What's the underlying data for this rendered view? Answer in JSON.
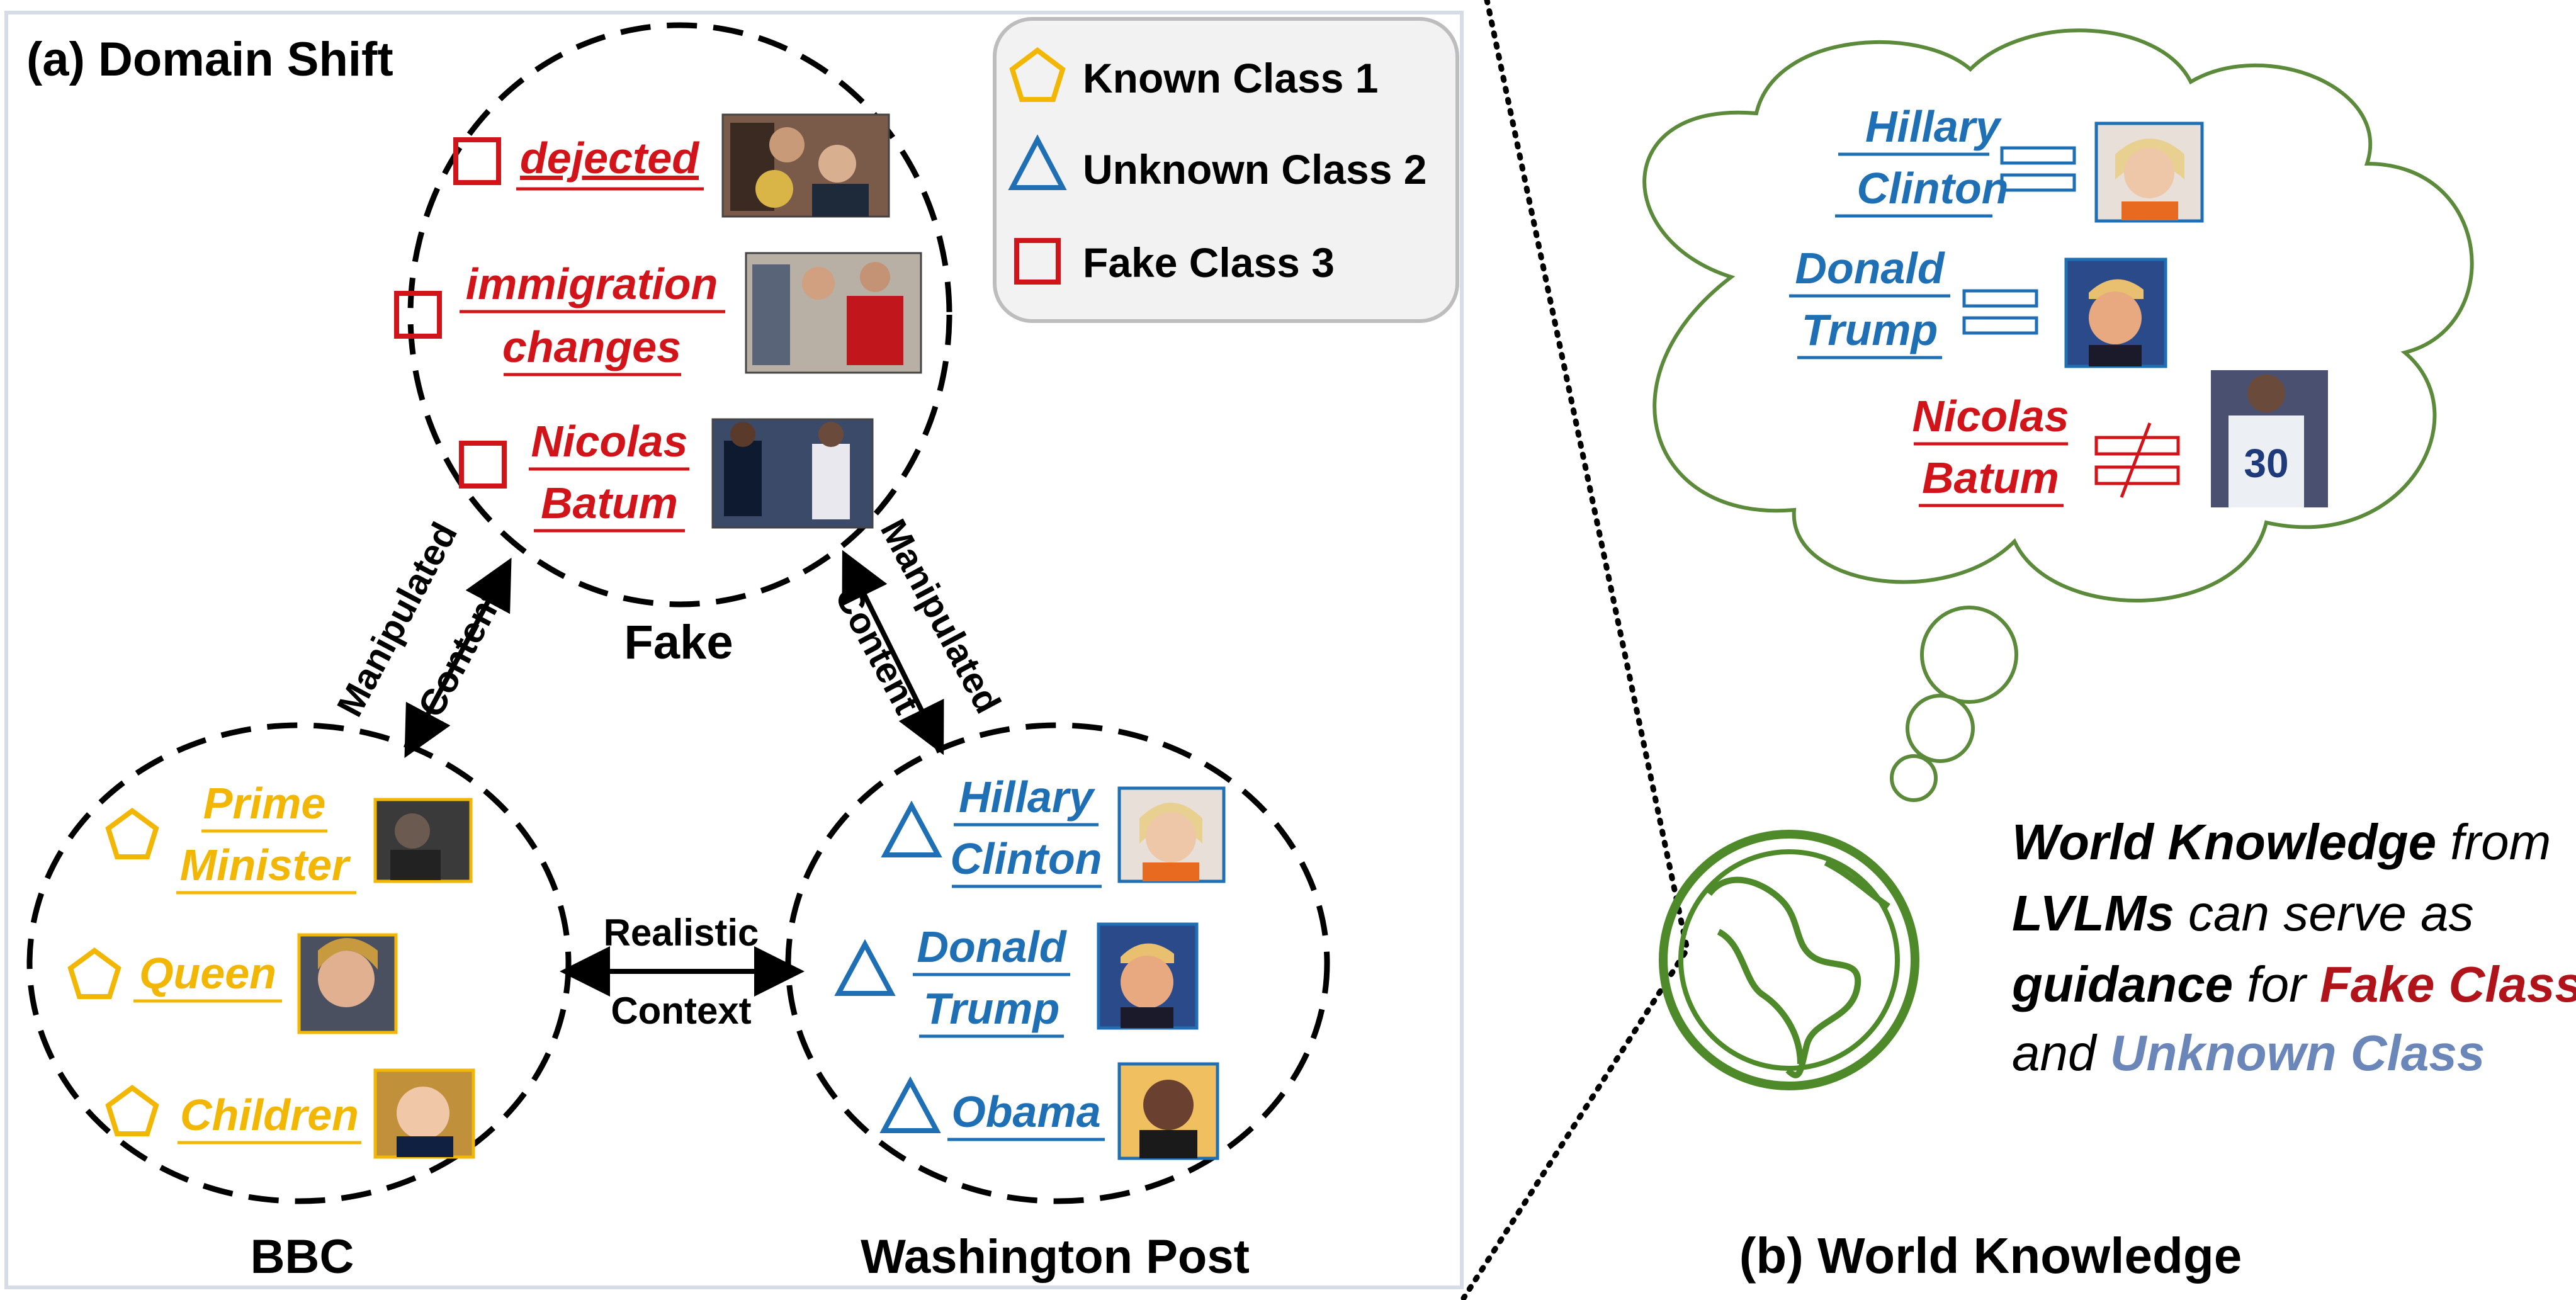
{
  "panel_a": {
    "title": "(a)  Domain Shift",
    "legend": [
      {
        "shape": "pentagon",
        "label": "Known Class 1",
        "color": "#F2B705"
      },
      {
        "shape": "triangle",
        "label": "Unknown Class 2",
        "color": "#1F6FB4"
      },
      {
        "shape": "square",
        "label": "Fake Class 3",
        "color": "#D0141A"
      }
    ],
    "domains": {
      "fake": {
        "label": "Fake",
        "items": [
          {
            "lines": [
              "dejected"
            ],
            "icon": "square"
          },
          {
            "lines": [
              "immigration",
              "changes"
            ],
            "icon": "square"
          },
          {
            "lines": [
              "Nicolas",
              "Batum"
            ],
            "icon": "square"
          }
        ]
      },
      "bbc": {
        "label": "BBC",
        "items": [
          {
            "lines": [
              "Prime",
              "Minister"
            ],
            "icon": "pentagon"
          },
          {
            "lines": [
              "Queen"
            ],
            "icon": "pentagon"
          },
          {
            "lines": [
              "Children"
            ],
            "icon": "pentagon"
          }
        ]
      },
      "wapo": {
        "label": "Washington Post",
        "items": [
          {
            "lines": [
              "Hillary",
              "Clinton"
            ],
            "icon": "triangle"
          },
          {
            "lines": [
              "Donald",
              "Trump"
            ],
            "icon": "triangle"
          },
          {
            "lines": [
              "Obama"
            ],
            "icon": "triangle"
          }
        ]
      }
    },
    "edges": {
      "left": {
        "line1": "Manipulated",
        "line2": "Content"
      },
      "right": {
        "line1": "Manipulated",
        "line2": "Content"
      },
      "bottom": {
        "line1": "Realistic",
        "line2": "Context"
      }
    }
  },
  "panel_b": {
    "title": "(b) World Knowledge",
    "cloud_items": [
      {
        "lines": [
          "Hillary",
          "Clinton"
        ],
        "relation": "=",
        "color": "#1F6FB4"
      },
      {
        "lines": [
          "Donald",
          "Trump"
        ],
        "relation": "=",
        "color": "#1F6FB4"
      },
      {
        "lines": [
          "Nicolas",
          "Batum"
        ],
        "relation": "≠",
        "color": "#D0141A"
      }
    ],
    "statement": {
      "l1_bold": "World Knowledge",
      "l1_rest": " from",
      "l2_bold": "LVLMs",
      "l2_rest": " can serve as",
      "l3_bold": "guidance",
      "l3_mid": " for ",
      "l3_red": "Fake Class",
      "l4_pre": "and ",
      "l4_blue": "Unknown Class"
    },
    "globe_icon": "earth-globe-icon"
  },
  "colors": {
    "known": "#F2B705",
    "unknown": "#1F6FB4",
    "fake": "#D0141A",
    "cloud": "#5B8A3A",
    "unknown_text": "#6B86B8"
  }
}
